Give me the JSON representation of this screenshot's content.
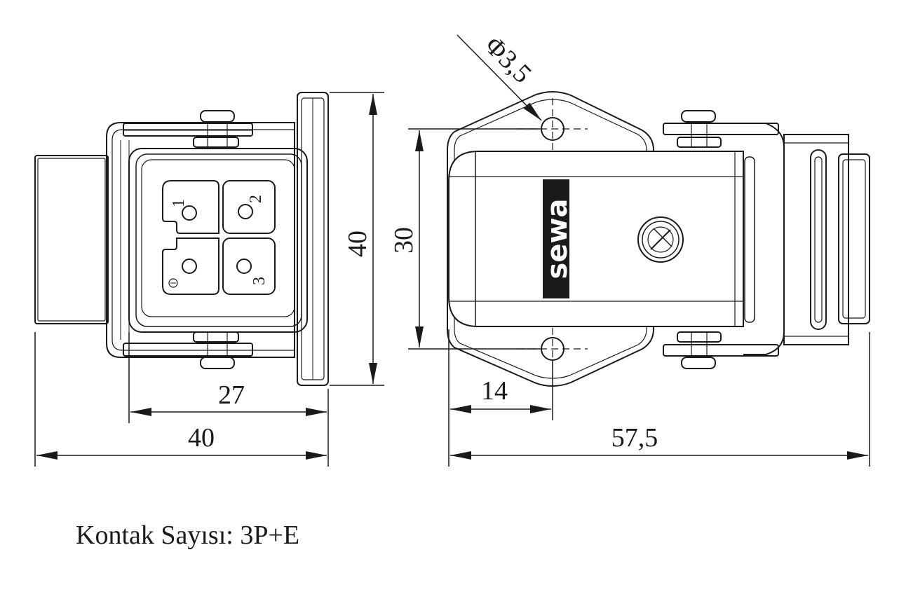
{
  "left_view": {
    "pin_labels": [
      "1",
      "2",
      "3"
    ],
    "dims": {
      "height": "40",
      "inner_width": "27",
      "overall_width": "40"
    }
  },
  "right_view": {
    "logo_text": "sewa",
    "dims": {
      "hole_diameter": "Φ3,5",
      "hole_spacing": "30",
      "hole_offset": "14",
      "overall_length": "57,5"
    }
  },
  "caption": {
    "text": "Kontak Sayısı: 3P+E"
  }
}
